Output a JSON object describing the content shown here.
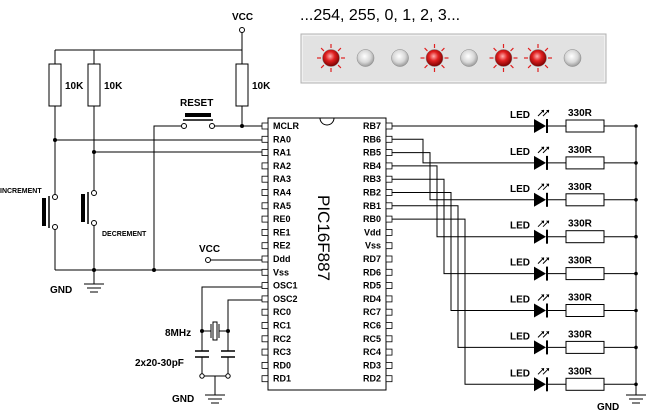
{
  "caption": "...254, 255, 0, 1, 2, 3...",
  "chip_name": "PIC16F887",
  "left_pins": [
    "MCLR",
    "RA0",
    "RA1",
    "RA2",
    "RA3",
    "RA4",
    "RA5",
    "RE0",
    "RE1",
    "RE2",
    "Ddd",
    "Vss",
    "OSC1",
    "OSC2",
    "RC0",
    "RC1",
    "RC2",
    "RC3",
    "RD0",
    "RD1"
  ],
  "right_pins": [
    "RB7",
    "RB6",
    "RB5",
    "RB4",
    "RB3",
    "RB2",
    "RB1",
    "RB0",
    "Vdd",
    "Vss",
    "RD7",
    "RD6",
    "RD5",
    "RD4",
    "RC7",
    "RC6",
    "RC5",
    "RC4",
    "RD3",
    "RD2"
  ],
  "labels": {
    "vcc_top": "VCC",
    "vcc_mid": "VCC",
    "gnd_left": "GND",
    "gnd_bottom": "GND",
    "gnd_right": "GND",
    "reset": "RESET",
    "increment": "INCREMENT",
    "decrement": "DECREMENT",
    "r1": "10K",
    "r2": "10K",
    "r3": "10K",
    "crystal": "8MHz",
    "caps": "2x20-30pF"
  },
  "led_label": "LED",
  "led_resistor_label": "330R",
  "led_count": 8,
  "display_leds": [
    true,
    false,
    false,
    true,
    false,
    true,
    true,
    false
  ],
  "colors": {
    "led_on": "#e02020",
    "led_off": "#d8d8d8",
    "panel": "#e4e4e4"
  }
}
